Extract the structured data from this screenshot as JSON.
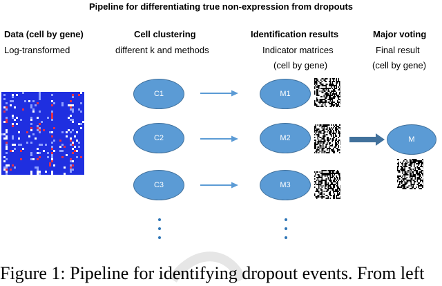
{
  "title": "Pipeline for differentiating true non-expression from dropouts",
  "columns": [
    {
      "header": "Data (cell by gene)",
      "sub": [
        "Log-transformed"
      ]
    },
    {
      "header": "Cell clustering",
      "sub": [
        "different k and methods"
      ]
    },
    {
      "header": "Identification results",
      "sub": [
        "Indicator matrices",
        "(cell by gene)"
      ]
    },
    {
      "header": "Major voting",
      "sub": [
        "Final result",
        "(cell by gene)"
      ]
    }
  ],
  "clusters": [
    "C1",
    "C2",
    "C3"
  ],
  "results": [
    "M1",
    "M2",
    "M3"
  ],
  "final": "M",
  "caption": "Figure 1: Pipeline for identifying dropout events. From left",
  "colors": {
    "ellipse": "#5b9bd5",
    "arrow": "#5b9bd5",
    "vote_arrow": "#41719c",
    "heatmap_bg": "#1f2fe0",
    "heatmap_hot": "#e0304a"
  }
}
